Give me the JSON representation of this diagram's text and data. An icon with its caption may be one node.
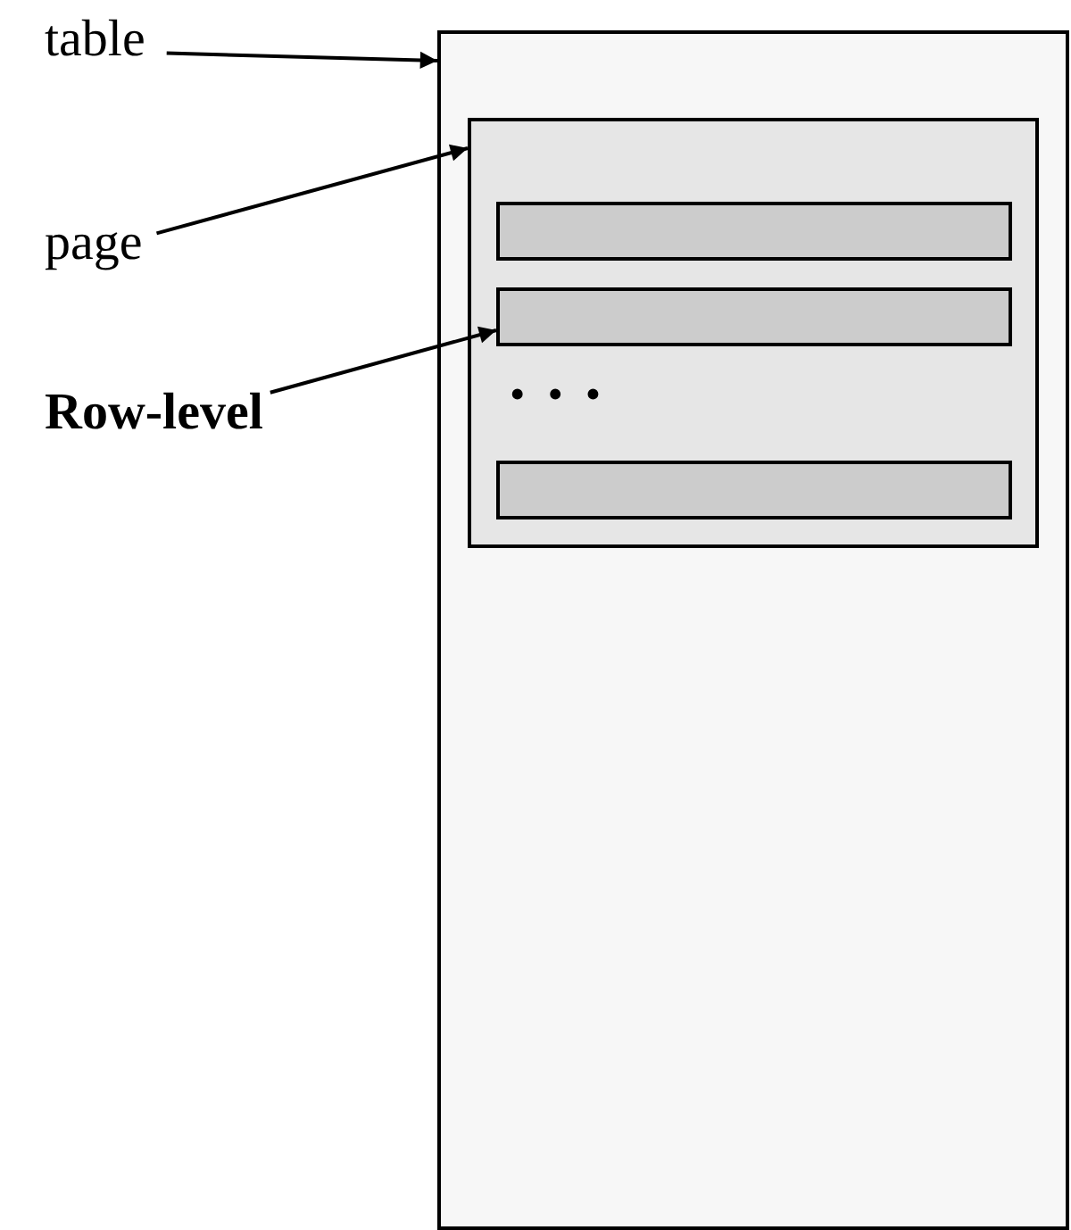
{
  "diagram": {
    "nodes": [
      {
        "text": [
          "table"
        ]
      },
      {
        "text": [
          "page"
        ]
      },
      {
        "text": [
          "Row-level"
        ]
      },
      {
        "text": [],
        "shape": "box"
      },
      {
        "text": [],
        "shape": "box",
        "in": 3
      },
      {
        "text": [],
        "shape": "box",
        "in": 4
      },
      {
        "text": [],
        "shape": "box",
        "in": 4
      },
      {
        "text": [],
        "shape": "box",
        "in": 4
      }
    ],
    "edges": [
      {
        "from": 0,
        "to": 3,
        "arrow": "to"
      },
      {
        "from": 1,
        "to": 4,
        "arrow": "to"
      },
      {
        "from": 2,
        "to": 6,
        "arrow": "to"
      }
    ],
    "labels": [
      "• • •"
    ]
  }
}
